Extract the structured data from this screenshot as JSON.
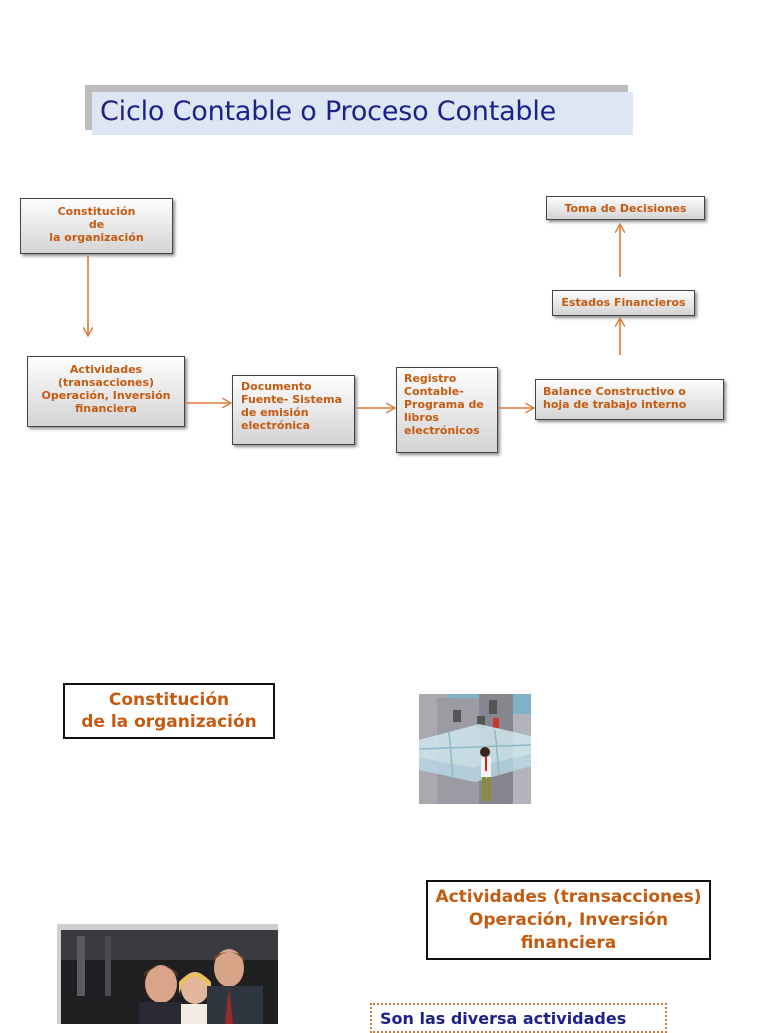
{
  "title": "Ciclo Contable o Proceso Contable",
  "flow": {
    "constitucion": "Constitución\nde\nla organización",
    "actividades": "Actividades\n(transacciones)\nOperación, Inversión\nfinanciera",
    "documento": "Documento\nFuente- Sistema\nde emisión\nelectrónica",
    "registro": "Registro\nContable-\nPrograma de\nlibros\nelectrónicos",
    "balance": "Balance Constructivo o\nhoja de trabajo interno",
    "estados": "Estados Financieros",
    "toma": "Toma de Decisiones"
  },
  "section": {
    "constitucion_card": "Constitución\nde la organización",
    "actividades_card": "Actividades (transacciones)\nOperación, Inversión\nfinanciera",
    "note": "Son las diversa actividades"
  },
  "colors": {
    "title": "#1d2288",
    "box_text": "#c55a11",
    "arrow": "#e07b39"
  }
}
